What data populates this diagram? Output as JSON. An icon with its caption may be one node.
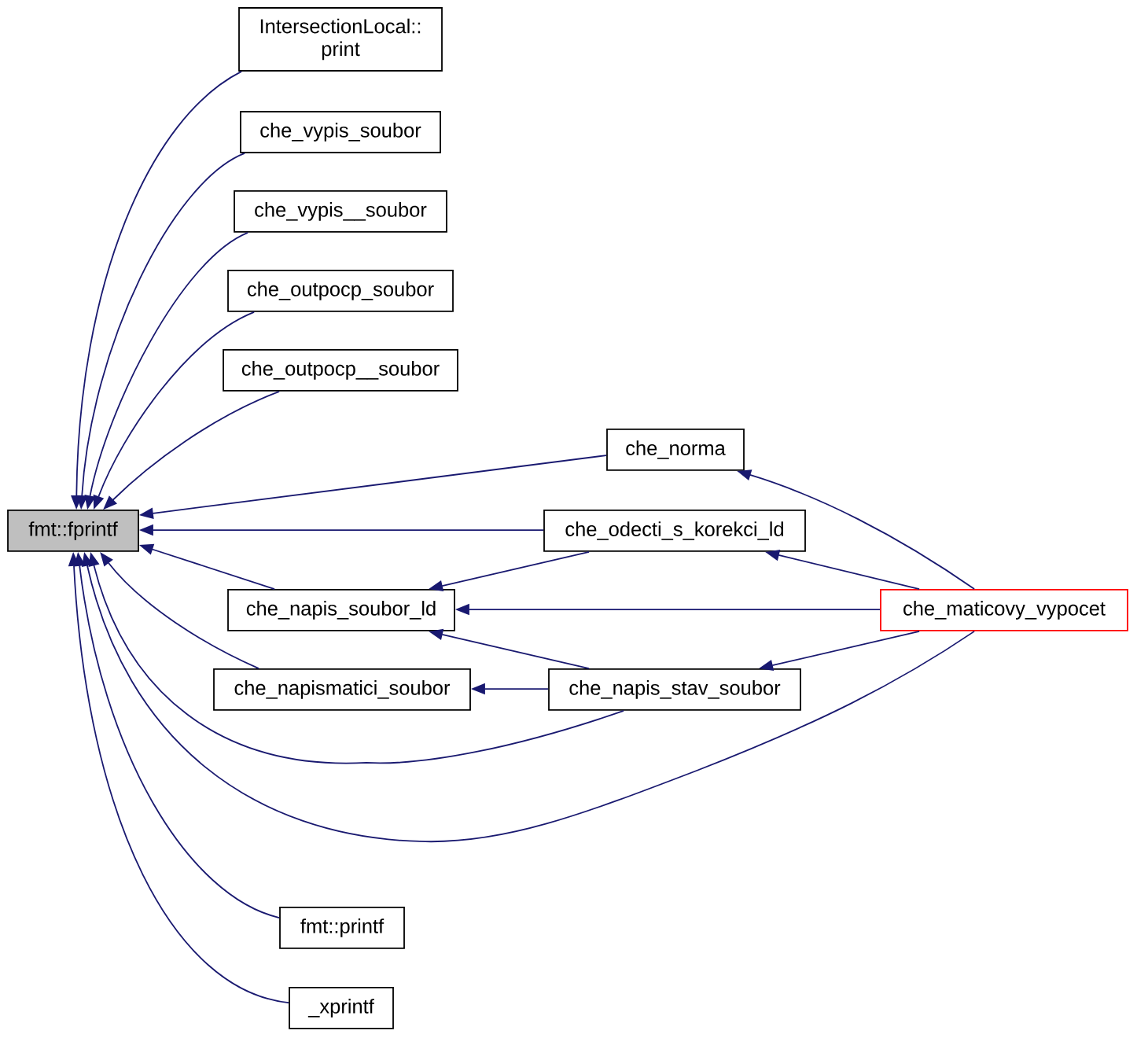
{
  "diagram": {
    "nodes": [
      {
        "text": [
          "IntersectionLocal:: print"
        ]
      },
      {
        "text": [
          "che_vypis_soubor"
        ]
      },
      {
        "text": [
          "che_vypis__soubor"
        ]
      },
      {
        "text": [
          "che_outpocp_soubor"
        ]
      },
      {
        "text": [
          "che_outpocp__soubor"
        ]
      },
      {
        "text": [
          "che_norma"
        ]
      },
      {
        "text": [
          "fmt::fprintf"
        ]
      },
      {
        "text": [
          "che_odecti_s_korekci_ld"
        ]
      },
      {
        "text": [
          "che_napis_soubor_ld"
        ]
      },
      {
        "text": [
          "che_maticovy_vypocet"
        ]
      },
      {
        "text": [
          "che_napismatici_soubor"
        ]
      },
      {
        "text": [
          "che_napis_stav_soubor"
        ]
      },
      {
        "text": [
          "fmt::printf"
        ]
      },
      {
        "text": [
          "_xprintf"
        ]
      }
    ],
    "edges": [
      {
        "from": 0,
        "to": 6,
        "arrow": "to"
      },
      {
        "from": 1,
        "to": 6,
        "arrow": "to"
      },
      {
        "from": 2,
        "to": 6,
        "arrow": "to"
      },
      {
        "from": 3,
        "to": 6,
        "arrow": "to"
      },
      {
        "from": 4,
        "to": 6,
        "arrow": "to"
      },
      {
        "from": 5,
        "to": 6,
        "arrow": "to"
      },
      {
        "from": 7,
        "to": 6,
        "arrow": "to"
      },
      {
        "from": 8,
        "to": 6,
        "arrow": "to"
      },
      {
        "from": 10,
        "to": 6,
        "arrow": "to"
      },
      {
        "from": 11,
        "to": 6,
        "arrow": "to"
      },
      {
        "from": 9,
        "to": 6,
        "arrow": "to"
      },
      {
        "from": 12,
        "to": 6,
        "arrow": "to"
      },
      {
        "from": 13,
        "to": 6,
        "arrow": "to"
      },
      {
        "from": 9,
        "to": 5,
        "arrow": "to"
      },
      {
        "from": 9,
        "to": 7,
        "arrow": "to"
      },
      {
        "from": 9,
        "to": 8,
        "arrow": "to"
      },
      {
        "from": 9,
        "to": 11,
        "arrow": "to"
      },
      {
        "from": 7,
        "to": 8,
        "arrow": "to"
      },
      {
        "from": 11,
        "to": 8,
        "arrow": "to"
      },
      {
        "from": 11,
        "to": 10,
        "arrow": "to"
      }
    ]
  }
}
